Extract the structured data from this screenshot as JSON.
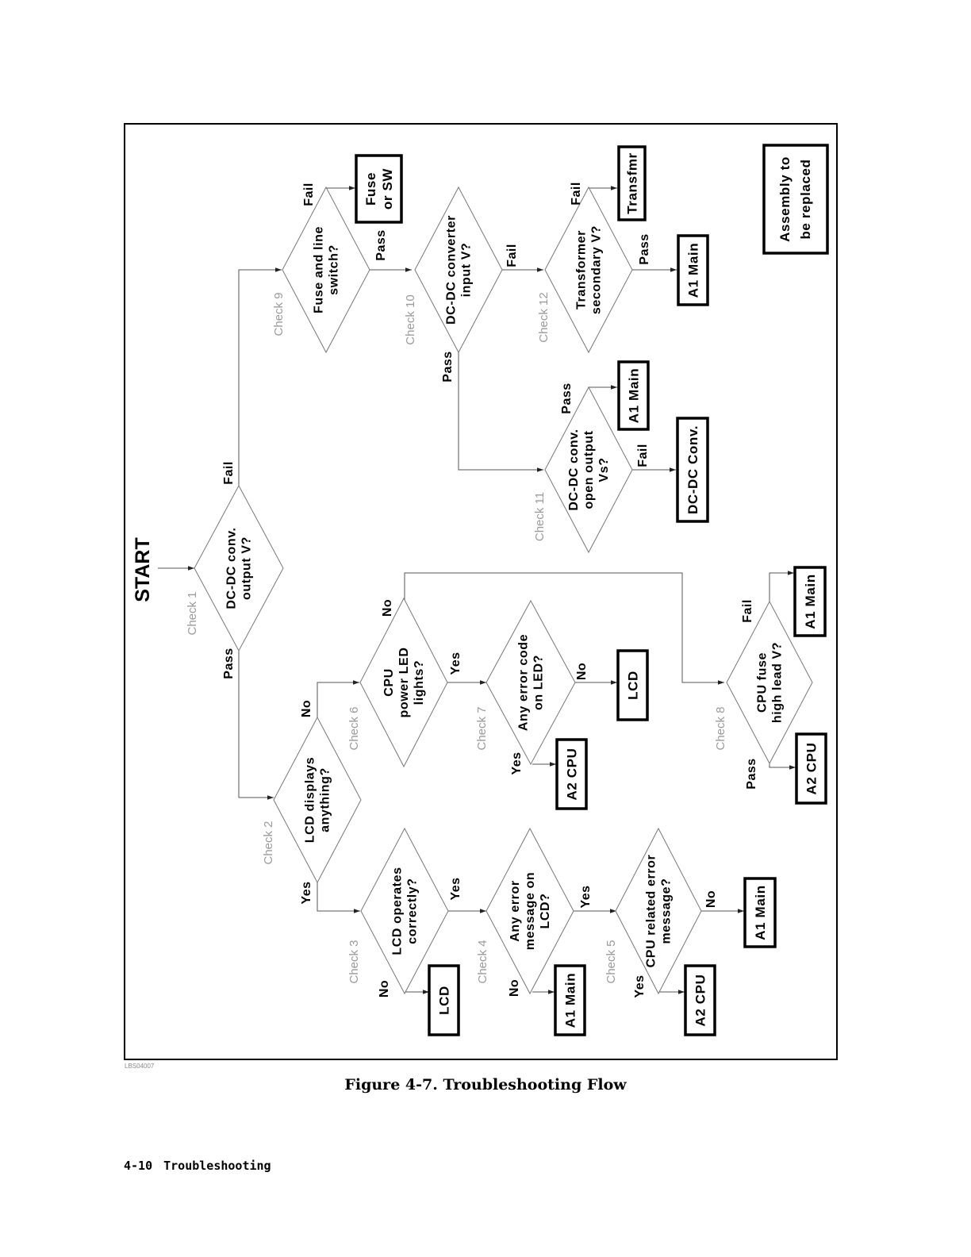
{
  "figure_id": "LBS04007",
  "caption": "Figure 4-7. Troubleshooting Flow",
  "footer": {
    "page": "4-10",
    "section": "Troubleshooting"
  },
  "start": "START",
  "legend": [
    "Assembly to",
    "be replaced"
  ],
  "checks": {
    "c1": {
      "label": "Check 1",
      "lines": [
        "DC-DC conv.",
        "output V?"
      ]
    },
    "c2": {
      "label": "Check 2",
      "lines": [
        "LCD displays",
        "anything?"
      ]
    },
    "c3": {
      "label": "Check 3",
      "lines": [
        "LCD operates",
        "correctly?"
      ]
    },
    "c4": {
      "label": "Check 4",
      "lines": [
        "Any error",
        "message on",
        "LCD?"
      ]
    },
    "c5": {
      "label": "Check 5",
      "lines": [
        "CPU related error",
        "message?"
      ]
    },
    "c6": {
      "label": "Check 6",
      "lines": [
        "CPU",
        "power LED",
        "lights?"
      ]
    },
    "c7": {
      "label": "Check 7",
      "lines": [
        "Any error code",
        "on LED?"
      ]
    },
    "c8": {
      "label": "Check 8",
      "lines": [
        "CPU fuse",
        "high lead V?"
      ]
    },
    "c9": {
      "label": "Check 9",
      "lines": [
        "Fuse and line",
        "switch?"
      ]
    },
    "c10": {
      "label": "Check 10",
      "lines": [
        "DC-DC converter",
        "input V?"
      ]
    },
    "c11": {
      "label": "Check 11",
      "lines": [
        "DC-DC conv.",
        "open output",
        "Vs?"
      ]
    },
    "c12": {
      "label": "Check 12",
      "lines": [
        "Transformer",
        "secondary V?"
      ]
    }
  },
  "boxes": {
    "fuse_sw": [
      "Fuse",
      "or SW"
    ],
    "transfmr": [
      "Transfmr"
    ],
    "a1_main_c12": [
      "A1 Main"
    ],
    "a1_main_c11": [
      "A1 Main"
    ],
    "dcdc_conv": [
      "DC-DC Conv."
    ],
    "a1_main_c8": [
      "A1 Main"
    ],
    "a2_cpu_c8": [
      "A2 CPU"
    ],
    "lcd_c7": [
      "LCD"
    ],
    "a2_cpu_c7": [
      "A2 CPU"
    ],
    "a1_main_c5": [
      "A1 Main"
    ],
    "a2_cpu_c5": [
      "A2 CPU"
    ],
    "a1_main_c4": [
      "A1 Main"
    ],
    "lcd_c3": [
      "LCD"
    ]
  },
  "edge_labels": {
    "c1_fail": "Fail",
    "c1_pass": "Pass",
    "c2_no": "No",
    "c2_yes": "Yes",
    "c3_yes": "Yes",
    "c3_no": "No",
    "c4_yes": "Yes",
    "c4_no": "No",
    "c5_no": "No",
    "c5_yes": "Yes",
    "c6_no": "No",
    "c6_yes": "Yes",
    "c7_no": "No",
    "c7_yes": "Yes",
    "c8_fail": "Fail",
    "c8_pass": "Pass",
    "c9_fail": "Fail",
    "c9_pass": "Pass",
    "c10_fail": "Fail",
    "c10_pass": "Pass",
    "c11_pass": "Pass",
    "c11_fail": "Fail",
    "c12_fail": "Fail",
    "c12_pass": "Pass"
  }
}
